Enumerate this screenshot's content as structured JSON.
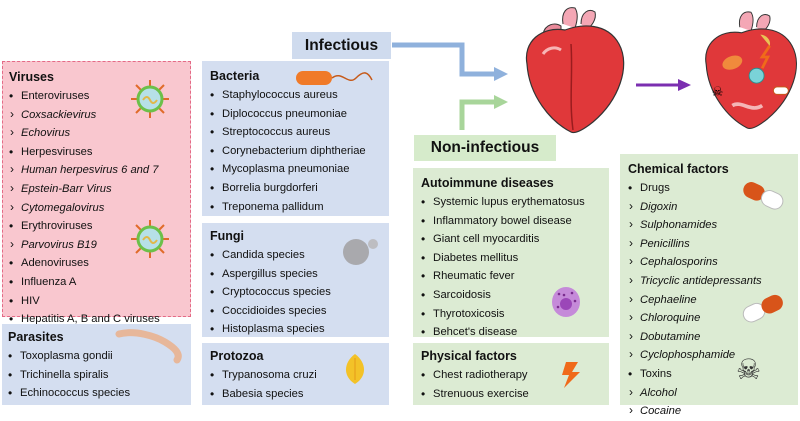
{
  "titles": {
    "infectious": "Infectious",
    "noninfectious": "Non-infectious"
  },
  "viruses": {
    "title": "Viruses",
    "items": [
      {
        "text": "Enteroviruses",
        "sub": false
      },
      {
        "text": "Coxsackievirus",
        "sub": true
      },
      {
        "text": "Echovirus",
        "sub": true
      },
      {
        "text": "Herpesviruses",
        "sub": false
      },
      {
        "text": "Human herpesvirus 6 and 7",
        "sub": true
      },
      {
        "text": "Epstein-Barr Virus",
        "sub": true
      },
      {
        "text": "Cytomegalovirus",
        "sub": true
      },
      {
        "text": "Erythroviruses",
        "sub": false
      },
      {
        "text": "Parvovirus B19",
        "sub": true
      },
      {
        "text": "Adenoviruses",
        "sub": false
      },
      {
        "text": "Influenza A",
        "sub": false
      },
      {
        "text": "HIV",
        "sub": false
      },
      {
        "text": "Hepatitis A, B and C viruses",
        "sub": false
      }
    ]
  },
  "parasites": {
    "title": "Parasites",
    "items": [
      {
        "text": "Toxoplasma gondii",
        "sub": false
      },
      {
        "text": "Trichinella spiralis",
        "sub": false
      },
      {
        "text": "Echinococcus species",
        "sub": false
      }
    ]
  },
  "bacteria": {
    "title": "Bacteria",
    "items": [
      {
        "text": "Staphylococcus aureus",
        "sub": false
      },
      {
        "text": "Diplococcus pneumoniae",
        "sub": false
      },
      {
        "text": "Streptococcus aureus",
        "sub": false
      },
      {
        "text": "Corynebacterium diphtheriae",
        "sub": false
      },
      {
        "text": "Mycoplasma pneumoniae",
        "sub": false
      },
      {
        "text": "Borrelia burgdorferi",
        "sub": false
      },
      {
        "text": "Treponema pallidum",
        "sub": false
      }
    ]
  },
  "fungi": {
    "title": "Fungi",
    "items": [
      {
        "text": "Candida species",
        "sub": false
      },
      {
        "text": "Aspergillus species",
        "sub": false
      },
      {
        "text": "Cryptococcus species",
        "sub": false
      },
      {
        "text": "Coccidioides species",
        "sub": false
      },
      {
        "text": "Histoplasma species",
        "sub": false
      }
    ]
  },
  "protozoa": {
    "title": "Protozoa",
    "items": [
      {
        "text": "Trypanosoma cruzi",
        "sub": false
      },
      {
        "text": "Babesia species",
        "sub": false
      }
    ]
  },
  "autoimmune": {
    "title": "Autoimmune diseases",
    "items": [
      {
        "text": "Systemic lupus erythematosus",
        "sub": false
      },
      {
        "text": "Inflammatory bowel disease",
        "sub": false
      },
      {
        "text": "Giant cell myocarditis",
        "sub": false
      },
      {
        "text": "Diabetes mellitus",
        "sub": false
      },
      {
        "text": "Rheumatic fever",
        "sub": false
      },
      {
        "text": "Sarcoidosis",
        "sub": false
      },
      {
        "text": "Thyrotoxicosis",
        "sub": false
      },
      {
        "text": "Behcet's disease",
        "sub": false
      }
    ]
  },
  "physical": {
    "title": "Physical factors",
    "items": [
      {
        "text": "Chest radiotherapy",
        "sub": false
      },
      {
        "text": "Strenuous exercise",
        "sub": false
      }
    ]
  },
  "chemical": {
    "title": "Chemical factors",
    "items": [
      {
        "text": "Drugs",
        "sub": false
      },
      {
        "text": "Digoxin",
        "sub": true
      },
      {
        "text": "Sulphonamides",
        "sub": true
      },
      {
        "text": "Penicillins",
        "sub": true
      },
      {
        "text": "Cephalosporins",
        "sub": true
      },
      {
        "text": "Tricyclic antidepressants",
        "sub": true
      },
      {
        "text": "Cephaeline",
        "sub": true
      },
      {
        "text": "Chloroquine",
        "sub": true
      },
      {
        "text": "Dobutamine",
        "sub": true
      },
      {
        "text": "Cyclophosphamide",
        "sub": true
      },
      {
        "text": "Toxins",
        "sub": false
      },
      {
        "text": "Alcohol",
        "sub": true
      },
      {
        "text": "Cocaine",
        "sub": true
      }
    ]
  },
  "colors": {
    "pink_bg": "#f9c7cf",
    "pink_border": "#e46a86",
    "blue_bg": "#d4def0",
    "green_bg": "#dcebd3",
    "arrow_blue": "#8fb1dc",
    "arrow_green": "#a8d59a",
    "arrow_purple": "#7b2fb0",
    "heart_red": "#e0383a"
  },
  "icons": [
    "virus-icon",
    "virus-icon",
    "worm-icon",
    "bacterium-icon",
    "fungus-spore-icon",
    "protozoa-icon",
    "immune-cell-icon",
    "lightning-icon",
    "pill-icon",
    "pill-icon",
    "skull-crossbones-icon",
    "heart-icon",
    "damaged-heart-icon",
    "arrow-icon"
  ]
}
